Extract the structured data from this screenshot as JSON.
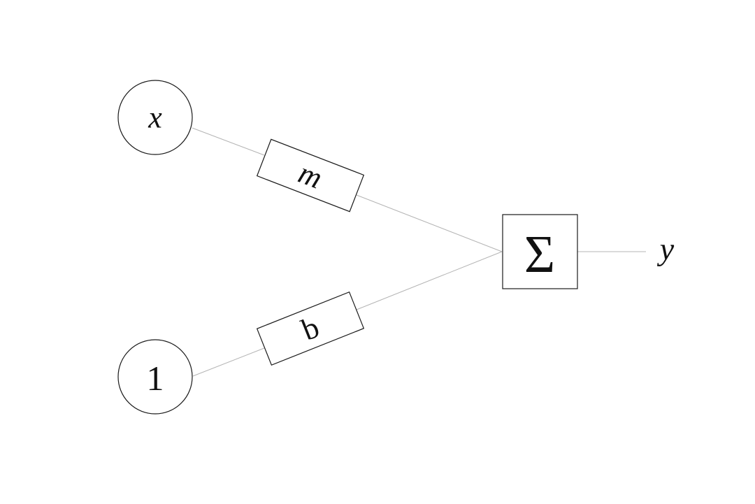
{
  "nodes": {
    "input_x": {
      "label": "x"
    },
    "input_bias": {
      "label": "1"
    },
    "sum": {
      "label": "Σ"
    },
    "output": {
      "label": "y"
    }
  },
  "weights": {
    "slope": {
      "label": "m"
    },
    "intercept": {
      "label": "b"
    }
  },
  "colors": {
    "edge": "#b4b4b4",
    "outline": "#1a1a1a",
    "text": "#111111"
  }
}
